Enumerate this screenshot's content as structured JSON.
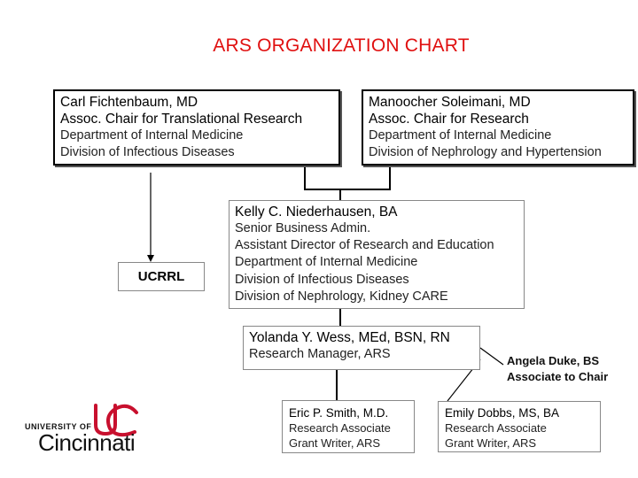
{
  "title": "ARS ORGANIZATION  CHART",
  "boxes": {
    "fichtenbaum": {
      "name": "Carl Fichtenbaum, MD",
      "role": "Assoc. Chair for Translational Research",
      "dept": "Department of Internal Medicine",
      "div": "Division of Infectious Diseases"
    },
    "soleimani": {
      "name": "Manoocher Soleimani, MD",
      "role": "Assoc. Chair for Research",
      "dept": "Department of Internal Medicine",
      "div": "Division of Nephrology and Hypertension"
    },
    "niederhausen": {
      "name": "Kelly C. Niederhausen, BA",
      "lines": [
        "Senior Business Admin.",
        "Assistant Director of Research and Education",
        "Department of Internal Medicine",
        "Division of Infectious Diseases",
        "Division of Nephrology, Kidney CARE"
      ]
    },
    "wess": {
      "name": "Yolanda Y. Wess, MEd, BSN, RN",
      "role": "Research Manager, ARS"
    },
    "smith": {
      "name": "Eric P. Smith, M.D.",
      "lines": [
        "Research Associate",
        "Grant Writer, ARS"
      ]
    },
    "dobbs": {
      "name": "Emily Dobbs, MS, BA",
      "lines": [
        "Research Associate",
        "Grant Writer, ARS"
      ]
    },
    "ucrrl": {
      "label": "UCRRL"
    },
    "duke": {
      "name": "Angela Duke, BS",
      "role": "Associate to Chair"
    }
  },
  "logo": {
    "line1": "UNIVERSITY OF",
    "line2": "Cincinnati",
    "monogram": "UC",
    "color": "#c8102e"
  }
}
